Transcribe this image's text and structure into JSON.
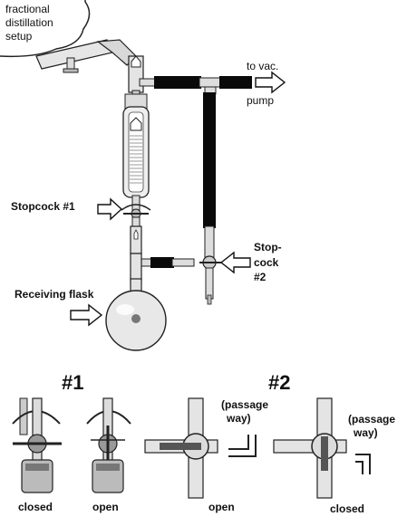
{
  "title_lines": [
    "fractional",
    "distillation",
    "setup"
  ],
  "labels": {
    "vac_top": "to vac.",
    "vac_bottom": "pump",
    "stopcock1": "Stopcock #1",
    "stopcock2_lines": [
      "Stop-",
      "cock",
      "#2"
    ],
    "receiving": "Receiving flask"
  },
  "detail": {
    "header1": "#1",
    "header2": "#2",
    "captions": [
      "closed",
      "open",
      "open",
      "closed"
    ],
    "passage_lines": [
      "(passage",
      "way)"
    ]
  },
  "colors": {
    "ink": "#111111",
    "glass": "#dcdcdc",
    "tube": "#0a0a0a"
  }
}
